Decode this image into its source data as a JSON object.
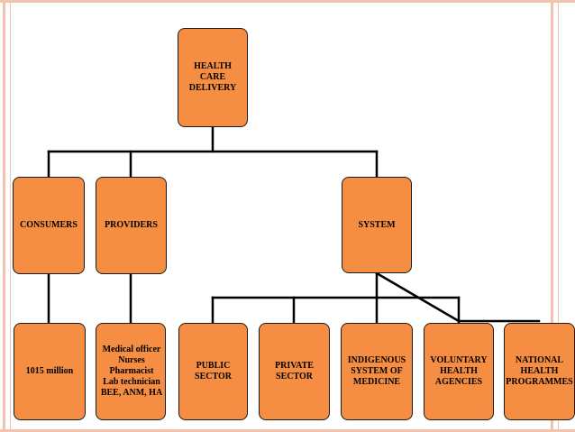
{
  "diagram": {
    "root": {
      "label": "HEALTH CARE\nDELIVERY"
    },
    "level1": [
      {
        "id": "consumers",
        "label": "CONSUMERS"
      },
      {
        "id": "providers",
        "label": "PROVIDERS"
      },
      {
        "id": "system",
        "label": "SYSTEM"
      }
    ],
    "level2": [
      {
        "id": "population",
        "label": "1015 million"
      },
      {
        "id": "staff",
        "label": "Medical officer\nNurses\nPharmacist\nLab technician\nBEE, ANM, HA"
      },
      {
        "id": "public-sector",
        "label": "PUBLIC\nSECTOR"
      },
      {
        "id": "private-sector",
        "label": "PRIVATE\nSECTOR"
      },
      {
        "id": "indigenous",
        "label": "INDIGENOUS\nSYSTEM OF\nMEDICINE"
      },
      {
        "id": "voluntary",
        "label": "VOLUNTARY\nHEALTH\nAGENCIES"
      },
      {
        "id": "national",
        "label": "NATIONAL\nHEALTH\nPROGRAMMES"
      }
    ]
  },
  "colors": {
    "box_fill": "#f58d42",
    "box_border": "#1a1a1a",
    "connector": "#000000",
    "frame": "#f2c2ad"
  }
}
